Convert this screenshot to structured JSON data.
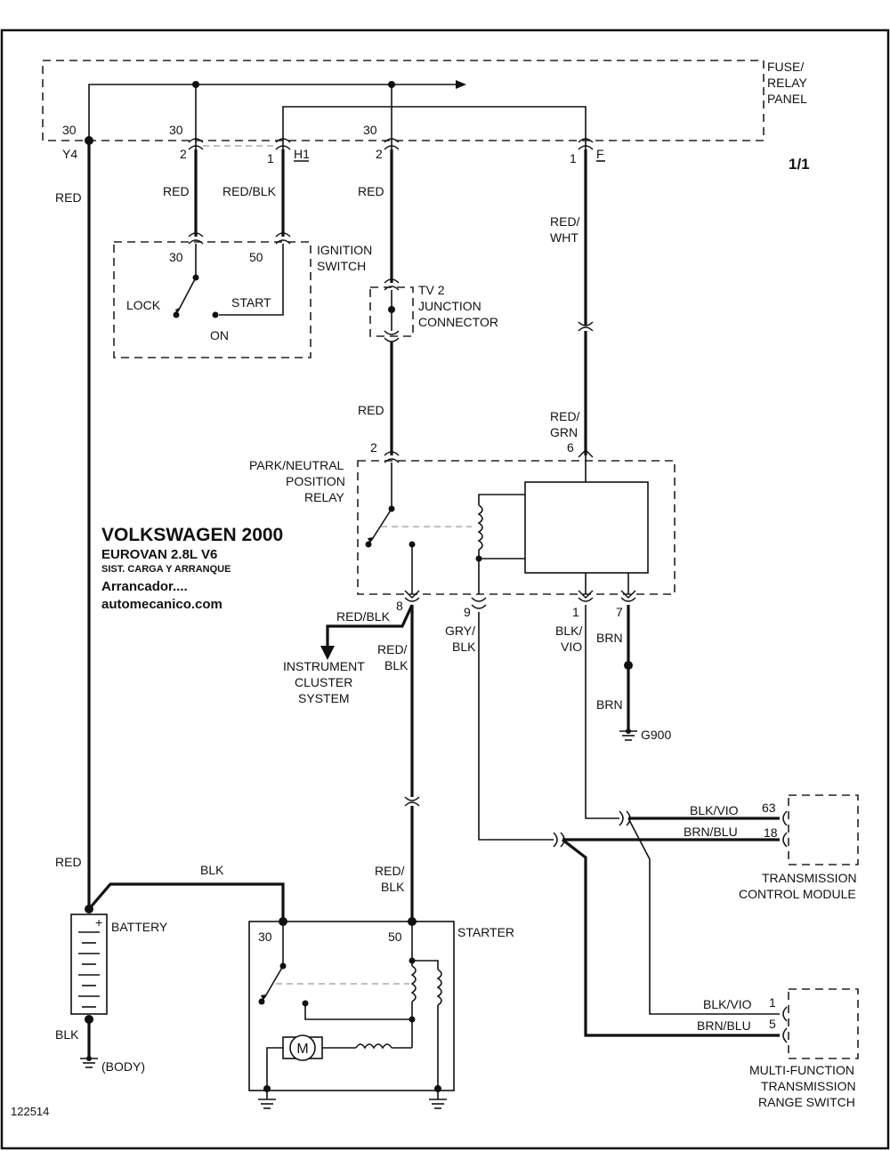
{
  "diagram_id": "122514",
  "page": "1/1",
  "title": {
    "line1": "VOLKSWAGEN 2000",
    "line2": "EUROVAN  2.8L  V6",
    "line3": "SIST. CARGA Y ARRANQUE",
    "line4": "Arrancador....",
    "line5": "automecanico.com"
  },
  "fuse_panel": {
    "label": [
      "FUSE/",
      "RELAY",
      "PANEL"
    ],
    "pins": {
      "p30a": "30",
      "p30b": "30",
      "p30c": "30",
      "y4": "Y4",
      "p2a": "2",
      "p1a": "1",
      "h1": "H1",
      "p2b": "2",
      "p1b": "1",
      "f": "F"
    }
  },
  "ignition_switch": {
    "label": [
      "IGNITION",
      "SWITCH"
    ],
    "pin30": "30",
    "pin50": "50",
    "lock": "LOCK",
    "start": "START",
    "on": "ON"
  },
  "junction": {
    "label": [
      "TV 2",
      "JUNCTION",
      "CONNECTOR"
    ]
  },
  "relay": {
    "label": [
      "PARK/NEUTRAL",
      "POSITION",
      "RELAY"
    ],
    "pin2": "2",
    "pin6": "6",
    "pin8": "8",
    "pin9": "9",
    "pin1": "1",
    "pin7": "7"
  },
  "instrument": {
    "label": [
      "INSTRUMENT",
      "CLUSTER",
      "SYSTEM"
    ]
  },
  "ground": {
    "g900": "G900",
    "body": "(BODY)"
  },
  "battery": {
    "label": "BATTERY",
    "plus": "+"
  },
  "starter": {
    "label": "STARTER",
    "pin30": "30",
    "pin50": "50",
    "motor": "M"
  },
  "tcm": {
    "label": [
      "TRANSMISSION",
      "CONTROL MODULE"
    ],
    "pin63": "63",
    "pin18": "18"
  },
  "mftrs": {
    "label": [
      "MULTI-FUNCTION",
      "TRANSMISSION",
      "RANGE SWITCH"
    ],
    "pin1": "1",
    "pin5": "5"
  },
  "wires": {
    "red_left": "RED",
    "red_a": "RED",
    "red_blk_a": "RED/BLK",
    "red_b": "RED",
    "red_wht": [
      "RED/",
      "WHT"
    ],
    "red_c": "RED",
    "red_grn": [
      "RED/",
      "GRN"
    ],
    "red_blk_8": "RED/BLK",
    "red_blk_v": [
      "RED/",
      "BLK"
    ],
    "gry_blk": [
      "GRY/",
      "BLK"
    ],
    "blk_vio": [
      "BLK/",
      "VIO"
    ],
    "brn_a": "BRN",
    "brn_b": "BRN",
    "tcm_blk_vio": "BLK/VIO",
    "tcm_brn_blu": "BRN/BLU",
    "red_batt": "RED",
    "blk_top": "BLK",
    "red_blk_starter": [
      "RED/",
      "BLK"
    ],
    "blk_bottom": "BLK",
    "mf_blk_vio": "BLK/VIO",
    "mf_brn_blu": "BRN/BLU"
  }
}
